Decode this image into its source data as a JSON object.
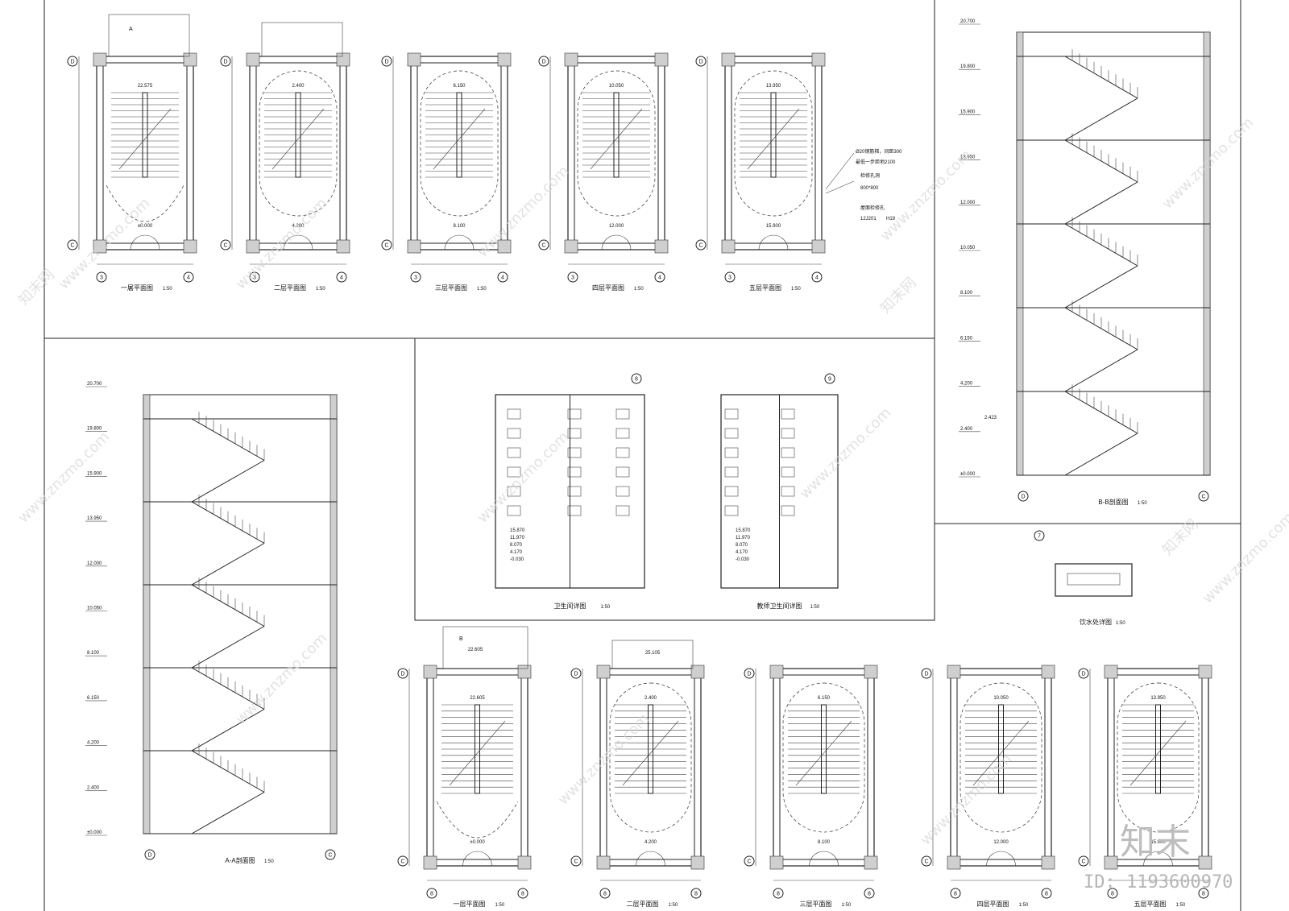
{
  "plan_titles_top": [
    "一层平面图",
    "二层平面图",
    "三层平面图",
    "四层平面图",
    "五层平面图"
  ],
  "plan_titles_bottom": [
    "一层平面图",
    "二层平面图",
    "三层平面图",
    "四层平面图",
    "五层平面图"
  ],
  "scale": "1:50",
  "top_plan_levels": [
    "±0.000",
    "4.200",
    "8.100",
    "12.000",
    "15.900"
  ],
  "top_plan_upper_levels": [
    "22.575",
    "2.400",
    "6.150",
    "10.050",
    "13.950"
  ],
  "bottom_plan_levels": [
    "±0.000",
    "4.200",
    "8.100",
    "12.000",
    "15.900"
  ],
  "bottom_plan_upper_levels": [
    "22.605",
    "25.105",
    "2.400",
    "6.150",
    "10.050",
    "13.950"
  ],
  "axes_top": {
    "left": "3",
    "right": "4",
    "top_row": "D",
    "bottom_row": "C"
  },
  "axes_bottom": {
    "left": "8",
    "right": "8",
    "top_row": "D",
    "bottom_row": "C"
  },
  "section_marks": {
    "a": "A",
    "b": "B"
  },
  "section_aa_title": "A-A剖面图",
  "section_bb_title": "B-B剖面图",
  "section_levels": [
    "20.700",
    "19.800",
    "15.900",
    "13.950",
    "12.000",
    "10.050",
    "8.100",
    "6.150",
    "4.200",
    "2.400",
    "±0.000"
  ],
  "bb_extra_level": "2.423",
  "section_axes": {
    "aa_left": "D",
    "aa_right": "C",
    "bb_left": "D",
    "bb_right": "C"
  },
  "annotations": {
    "rail_note_1": "Ø20钢筋梯，间距300",
    "rail_note_2": "最低一步距地2100",
    "hatch_note": "检修孔洞",
    "hatch_size": "800*800",
    "roof_note": "屋面检修孔",
    "roof_ref": "12J201",
    "roof_ref_sub": "H19"
  },
  "toilet_title": "卫生间详图",
  "teacher_toilet_title": "教师卫生间详图",
  "water_title": "饮水处详图",
  "toilet_axis": "8",
  "teacher_axis": "9",
  "water_axis": "7",
  "toilet_levels": [
    "15.870",
    "11.970",
    "8.070",
    "4.170",
    "-0.030"
  ],
  "watermark_text": "www.znzmo.com",
  "watermark_brand": "知末网",
  "brand_logo": "知末",
  "image_id": "ID: 1193600970"
}
